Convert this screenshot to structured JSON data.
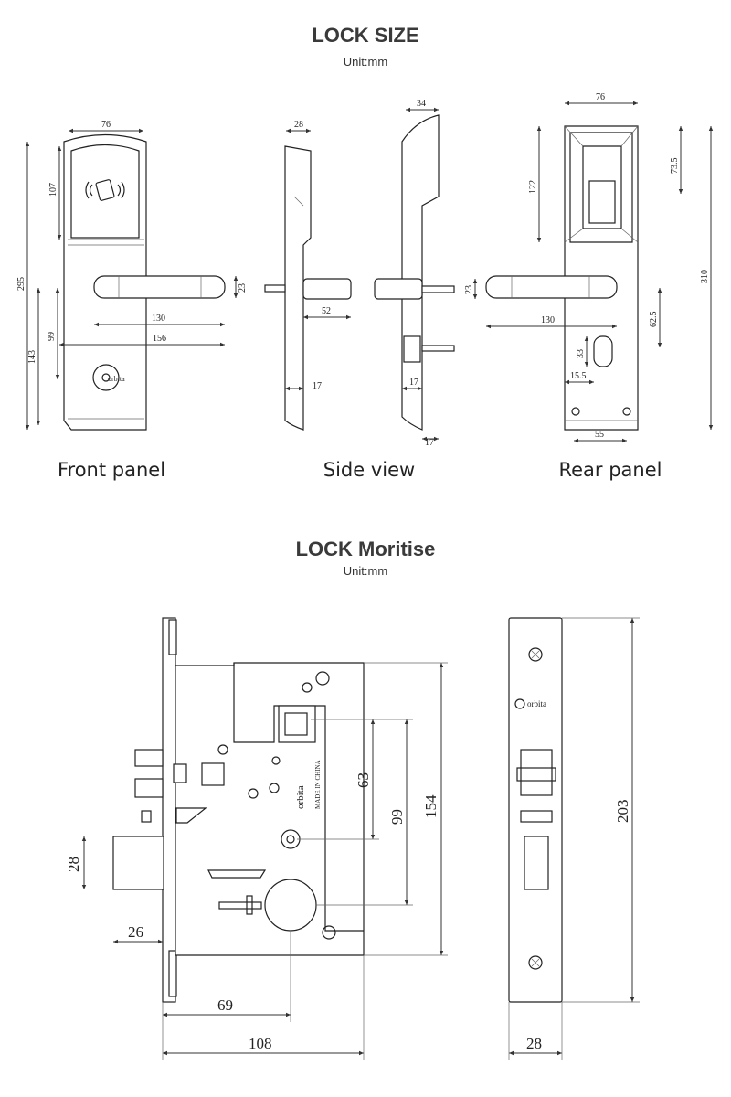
{
  "lock_size": {
    "title": "LOCK SIZE",
    "unit": "Unit:mm",
    "captions": {
      "front": "Front panel",
      "side": "Side view",
      "rear": "Rear panel"
    },
    "front_dims": {
      "width": "76",
      "badge_h": "107",
      "total": "295",
      "handle_h": "23",
      "handle_len": "130",
      "handle_span": "156",
      "cyl_off": "99",
      "lower": "143"
    },
    "side_dims": {
      "depth": "28",
      "handle_depth": "52",
      "thick_a": "17",
      "rear_depth": "34",
      "rear_handle": "23",
      "thick_b": "17",
      "thick_c": "17"
    },
    "rear_dims": {
      "width": "76",
      "top": "122",
      "window": "73.5",
      "total": "310",
      "handle_len": "130",
      "knob_off": "62.5",
      "slot_h": "33",
      "slot_w": "15.5",
      "base": "55"
    }
  },
  "mortise": {
    "title": "LOCK Moritise",
    "unit": "Unit:mm",
    "brand": "orbita",
    "made_in": "MADE IN CHINA",
    "dims": {
      "latch": "28",
      "backset_plate": "26",
      "backset": "69",
      "body_w": "108",
      "d1": "63",
      "d2": "99",
      "body_h": "154",
      "plate_h": "203",
      "plate_w": "28"
    }
  }
}
